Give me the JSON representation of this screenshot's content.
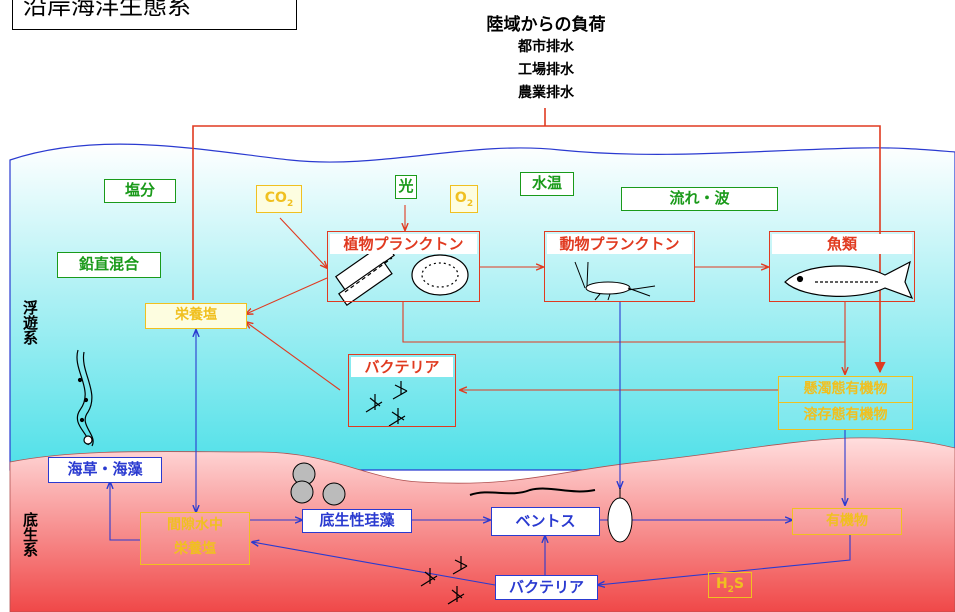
{
  "title": "沿岸海洋生態系",
  "land_load": {
    "heading": "陸域からの負荷",
    "items": [
      "都市排水",
      "工場排水",
      "農業排水"
    ]
  },
  "zones": {
    "pelagic": "浮遊系",
    "benthic": "底生系"
  },
  "factors": {
    "salinity": "塩分",
    "vertical_mixing": "鉛直混合",
    "light": "光",
    "water_temp": "水温",
    "current_wave": "流れ・波",
    "co2": "CO",
    "co2_sub": "2",
    "o2": "O",
    "o2_sub": "2",
    "h2s_h": "H",
    "h2s_sub": "2",
    "h2s_s": "S"
  },
  "nodes": {
    "nutrients": "栄養塩",
    "phytoplankton": "植物プランクトン",
    "zooplankton": "動物プランクトン",
    "fish": "魚類",
    "bacteria_pelagic": "バクテリア",
    "suspended_organic": "懸濁態有機物",
    "dissolved_organic": "溶存態有機物",
    "seaweed": "海草・海藻",
    "porewater_line1": "間隙水中",
    "porewater_line2": "栄養塩",
    "benthic_diatom": "底生性珪藻",
    "benthos": "ベントス",
    "organic_matter": "有機物",
    "bacteria_benthic": "バクテリア"
  },
  "colors": {
    "flow_red": "#e03a20",
    "flow_blue": "#2a3ad0",
    "label_green": "#1a9a1a",
    "label_yellow": "#f0c020",
    "water_top": "#ffffff",
    "water_bottom": "#4fe0e8",
    "sediment_top": "#ffdada",
    "sediment_bottom": "#f04a4a"
  }
}
